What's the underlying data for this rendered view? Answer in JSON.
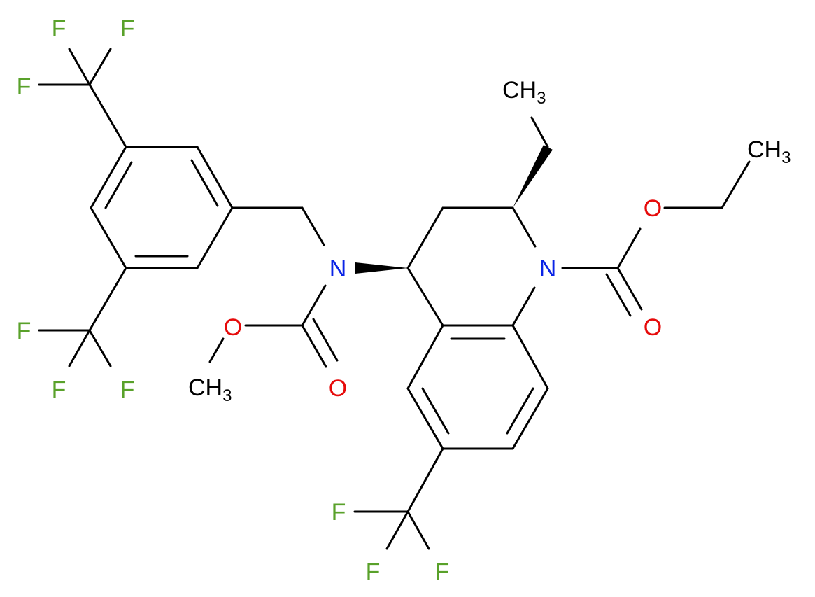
{
  "colors": {
    "bond": "#000000",
    "carbon": "#000000",
    "nitrogen": "#0a23e6",
    "oxygen": "#e60a0a",
    "fluorine": "#59a12a"
  },
  "labels": {
    "F": "F",
    "N": "N",
    "O": "O",
    "CH": "CH",
    "sub3": "3"
  }
}
